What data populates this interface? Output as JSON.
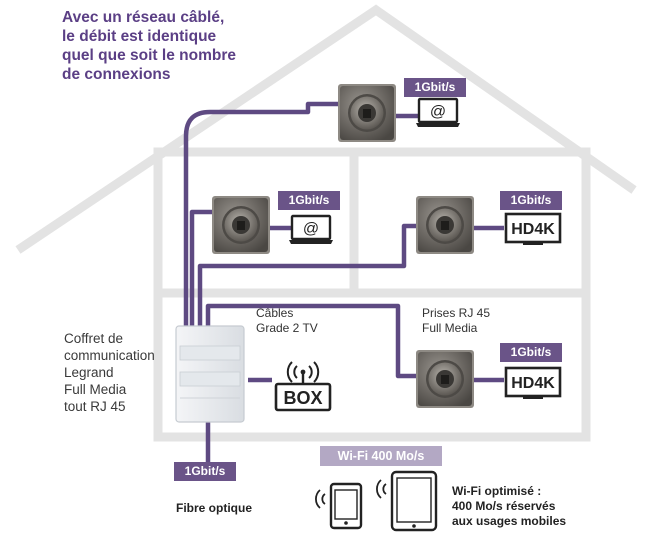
{
  "headline": "Avec un réseau câblé,\nle débit est identique\nquel que soit le nombre\nde connexions",
  "speed_label": "1Gbit/s",
  "at_symbol": "@",
  "tv_label": "HD4K",
  "box_label": "BOX",
  "labels": {
    "coffret": "Coffret de\ncommunication\nLegrand\nFull Media\ntout RJ 45",
    "cables": "Câbles\nGrade 2 TV",
    "prises": "Prises RJ 45\nFull Media",
    "fibre": "Fibre optique",
    "wifi_badge": "Wi-Fi 400 Mo/s",
    "wifi_note": "Wi-Fi optimisé :\n400 Mo/s réservés\naux usages mobiles"
  },
  "colors": {
    "house_outline": "#e3e3e3",
    "cable": "#5e4a82",
    "badge": "#6a5488",
    "wifi_badge": "#b3a8c4",
    "headline": "#5b3f85"
  },
  "icons": [
    "rj45-socket-icon",
    "laptop-icon",
    "tv-icon",
    "box-router-icon",
    "smartphone-icon",
    "tablet-icon",
    "wifi-signal-icon"
  ]
}
